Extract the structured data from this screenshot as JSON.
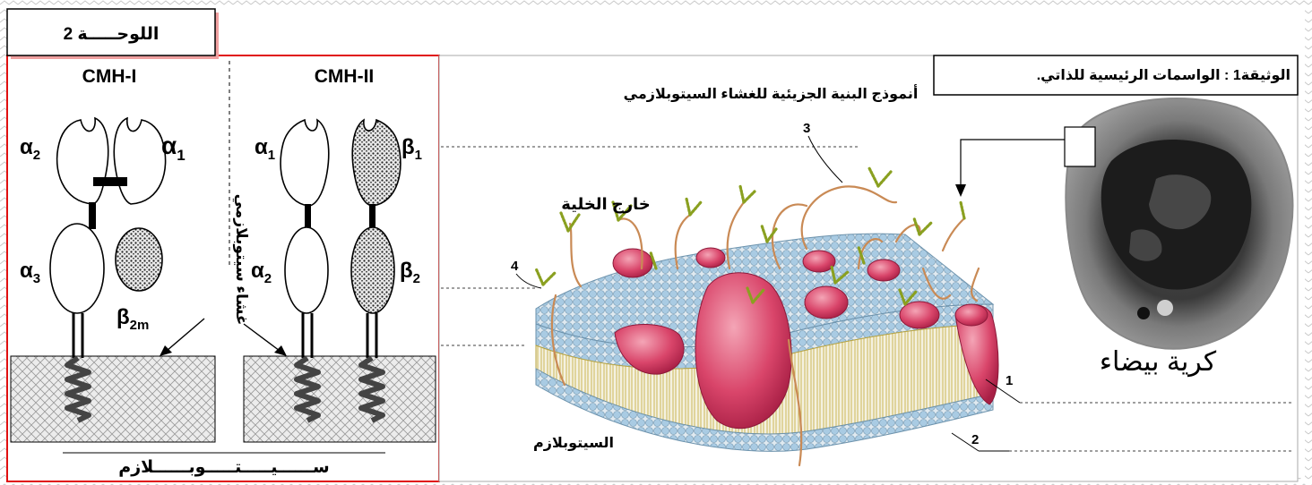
{
  "panel2": {
    "title": "اللوحـــــة 2",
    "label_cmh1": "CMH-I",
    "label_cmh2": "CMH-II",
    "membrane_vertical": "غشاء سيتوبلازمي",
    "cytoplasm_bottom": "ســــــيـــــتـــــوبــــــلازم",
    "cmh1": {
      "a2": {
        "base": "α",
        "sub": "2"
      },
      "a1": {
        "base": "α",
        "sub": "1"
      },
      "a3": {
        "base": "α",
        "sub": "3"
      },
      "b2m": {
        "base": "β",
        "sub": "2m"
      }
    },
    "cmh2": {
      "a1": {
        "base": "α",
        "sub": "1"
      },
      "b1": {
        "base": "β",
        "sub": "1"
      },
      "a2": {
        "base": "α",
        "sub": "2"
      },
      "b2": {
        "base": "β",
        "sub": "2"
      }
    }
  },
  "doc1": {
    "title": "الوثيقة1 : الواسمات الرئيسية للذاتي.",
    "membrane_title": "أنموذج البنية الجزيئية للغشاء السيتوبلازمي",
    "outside_label": "خارج الخلية",
    "cytoplasm_label": "السيتوبلازم",
    "cell_label": "كرية بيضاء",
    "numbers": [
      "1",
      "2",
      "3",
      "4"
    ]
  },
  "colors": {
    "frame_red": "#e01010",
    "protein_pink": "#d9456a",
    "head_blue": "#8bbbd9",
    "tail_yellow": "#e8d04a"
  }
}
